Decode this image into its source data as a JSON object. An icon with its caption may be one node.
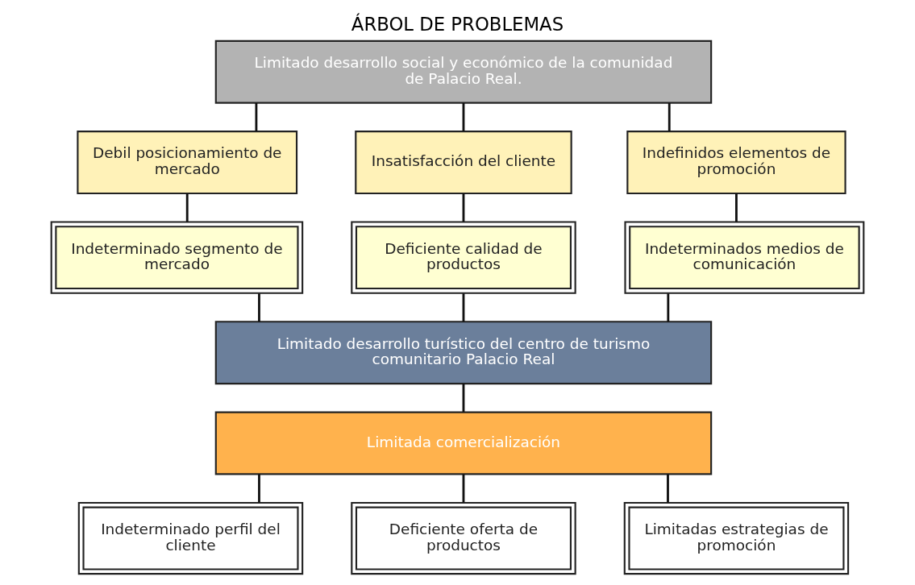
{
  "diagram": {
    "title": "ÁRBOL DE PROBLEMAS",
    "nodes": [
      {
        "text": [
          "Limitado desarrollo social y económico de la comunidad de Palacio Real."
        ]
      },
      {
        "text": [
          "Debil posicionamiento de mercado"
        ]
      },
      {
        "text": [
          "Insatisfacción del cliente"
        ]
      },
      {
        "text": [
          "Indefinidos elementos de promoción"
        ]
      },
      {
        "text": [
          "Indeterminado segmento de mercado"
        ]
      },
      {
        "text": [
          "Deficiente calidad de productos"
        ]
      },
      {
        "text": [
          "Indeterminados medios de comunicación"
        ]
      },
      {
        "text": [
          "Limitado desarrollo turístico del centro de turismo comunitario Palacio Real"
        ]
      },
      {
        "text": [
          "Limitada comercialización"
        ]
      },
      {
        "text": [
          "Indeterminado perfil del cliente"
        ]
      },
      {
        "text": [
          "Deficiente oferta de productos"
        ]
      },
      {
        "text": [
          "Limitadas estrategias de promoción"
        ]
      }
    ],
    "edges": [
      {
        "from": 0,
        "to": 1,
        "arrow": "none"
      },
      {
        "from": 0,
        "to": 2,
        "arrow": "none"
      },
      {
        "from": 0,
        "to": 3,
        "arrow": "none"
      },
      {
        "from": 1,
        "to": 4,
        "arrow": "none"
      },
      {
        "from": 2,
        "to": 5,
        "arrow": "none"
      },
      {
        "from": 3,
        "to": 6,
        "arrow": "none"
      },
      {
        "from": 4,
        "to": 7,
        "arrow": "none"
      },
      {
        "from": 5,
        "to": 7,
        "arrow": "none"
      },
      {
        "from": 6,
        "to": 7,
        "arrow": "none"
      },
      {
        "from": 7,
        "to": 8,
        "arrow": "none"
      },
      {
        "from": 8,
        "to": 9,
        "arrow": "none"
      },
      {
        "from": 8,
        "to": 10,
        "arrow": "none"
      },
      {
        "from": 8,
        "to": 11,
        "arrow": "none"
      }
    ]
  }
}
